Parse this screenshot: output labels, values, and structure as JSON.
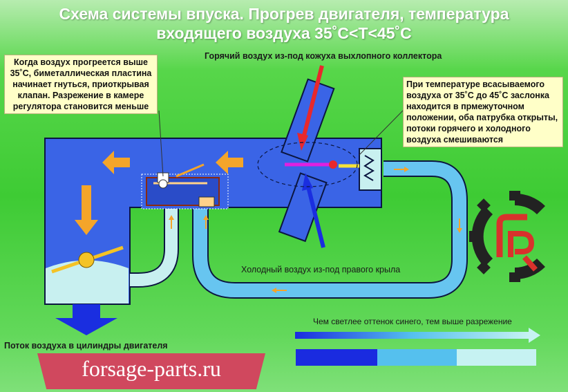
{
  "title": {
    "line1": "Схема системы впуска. Прогрев двигателя, температура",
    "line2": "входящего воздуха 35˚C<T<45˚C"
  },
  "labels": {
    "hot_air": "Горячий воздух из-под кожуха выхлопного коллектора",
    "cold_air": "Холодный воздух из-под правого крыла",
    "airflow_out": "Поток воздуха в цилиндры двигателя",
    "legend": "Чем светлее оттенок синего, тем выше разрежение"
  },
  "notes": {
    "left": "Когда воздух прогреется выше 35˚C, биметаллическая пластина начинает гнуться, приоткрывая клапан. Разрежение в камере регулятора становится меньше",
    "right": "При температуре всасываемого воздуха от 35˚C до 45˚C заслонка находится в прмежуточном положении, оба патрубка открыты, потоки горячего и холодного воздуха смешиваются"
  },
  "footer": {
    "site": "forsage-parts.ru"
  },
  "colors": {
    "housing_blue": "#3a64e6",
    "light_blue": "#c8f0f0",
    "pipe_blue": "#67c5f0",
    "arrow_orange": "#f4a52a",
    "hot_red": "#e8282c",
    "cold_blue": "#1a2ee0",
    "legend_dark": "#1a2be0",
    "legend_mid": "#55c0ee",
    "legend_light": "#c6f2f2",
    "logo_dark": "#222222",
    "logo_red": "#d8322c"
  }
}
